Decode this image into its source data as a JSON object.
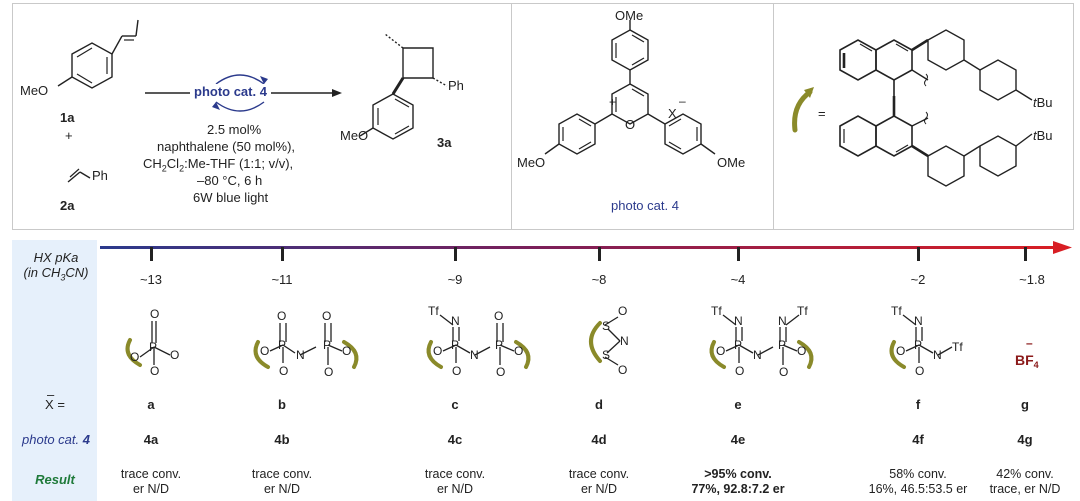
{
  "reaction": {
    "reactant1_label": "1a",
    "reactant1_sub": "MeO",
    "plus": "+",
    "reactant2_label": "2a",
    "reactant2_sub": "Ph",
    "catalyst_label": "photo cat. 4",
    "loading": "2.5 mol%",
    "additive": "naphthalene (50 mol%),",
    "solvent": "CH2Cl2:Me-THF (1:1; v/v),",
    "temp_time": "–80 °C, 6 h",
    "light": "6W blue light",
    "product_label": "3a",
    "product_sub_ph": "Ph",
    "product_sub_meo": "MeO"
  },
  "catalyst": {
    "label": "photo cat. 4",
    "ome_top": "OMe",
    "ome_left": "MeO",
    "ome_right": "OMe",
    "counterion": "X",
    "plus": "+",
    "o_atom": "O"
  },
  "binol": {
    "equals": "=",
    "tbu1": "tBu",
    "tbu2": "tBu"
  },
  "scale": {
    "axis_title_1": "HX pKa",
    "axis_title_2": "(in CH3CN)",
    "x_label": "X =",
    "cat_label": "photo cat. 4",
    "result_label": "Result",
    "accent": "#1f7a3a",
    "entries": [
      {
        "pka": "~13",
        "code": "a",
        "cat": "4a",
        "r1": "trace conv.",
        "r2": "er N/D",
        "bold": false
      },
      {
        "pka": "~11",
        "code": "b",
        "cat": "4b",
        "r1": "trace conv.",
        "r2": "er N/D",
        "bold": false
      },
      {
        "pka": "~9",
        "code": "c",
        "cat": "4c",
        "r1": "trace conv.",
        "r2": "er N/D",
        "bold": false
      },
      {
        "pka": "~8",
        "code": "d",
        "cat": "4d",
        "r1": "trace conv.",
        "r2": "er N/D",
        "bold": false
      },
      {
        "pka": "~4",
        "code": "e",
        "cat": "4e",
        "r1": ">95% conv.",
        "r2": "77%, 92.8:7.2 er",
        "bold": true
      },
      {
        "pka": "~2",
        "code": "f",
        "cat": "4f",
        "r1": "58% conv.",
        "r2": "16%, 46.5:53.5 er",
        "bold": false
      },
      {
        "pka": "~1.8",
        "code": "g",
        "cat": "4g",
        "r1": "42% conv.",
        "r2": "trace, er N/D",
        "bold": false
      }
    ],
    "bf4": "BF4"
  },
  "atoms": {
    "O": "O",
    "P": "P",
    "N": "N",
    "S": "S",
    "Tf": "Tf"
  }
}
